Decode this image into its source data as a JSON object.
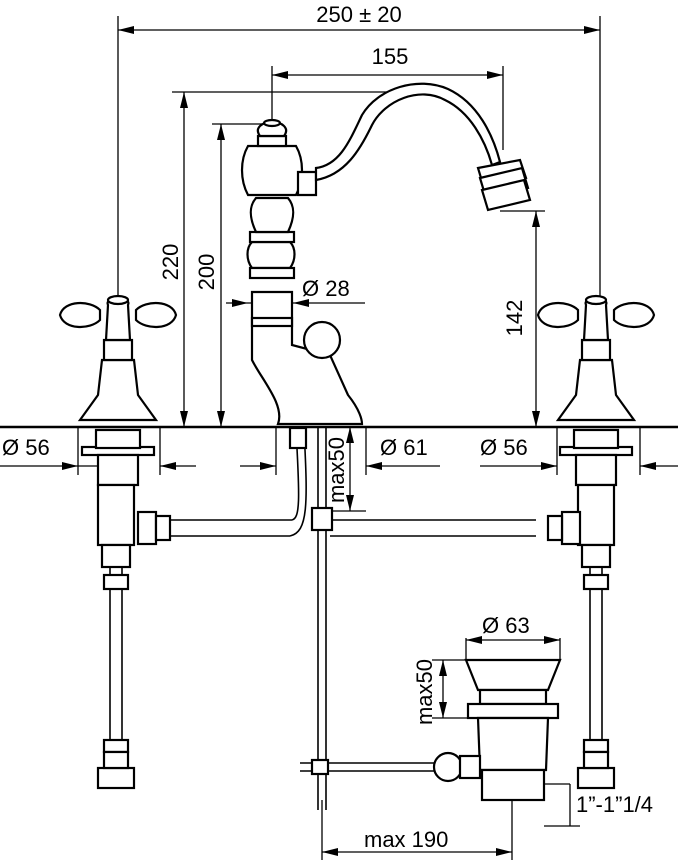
{
  "dimensions": {
    "overall_width": "250 ± 20",
    "spout_reach": "155",
    "height_total": "220",
    "height_body": "200",
    "outlet_height": "142",
    "lever_diameter": "Ø 28",
    "handle_base_left": "Ø 56",
    "body_base": "Ø 61",
    "handle_base_right": "Ø 56",
    "deck_thickness": "max50",
    "waste_diameter": "Ø 63",
    "waste_thickness": "max50",
    "waste_thread": "1”-1”1/4",
    "rod_length": "max 190"
  }
}
